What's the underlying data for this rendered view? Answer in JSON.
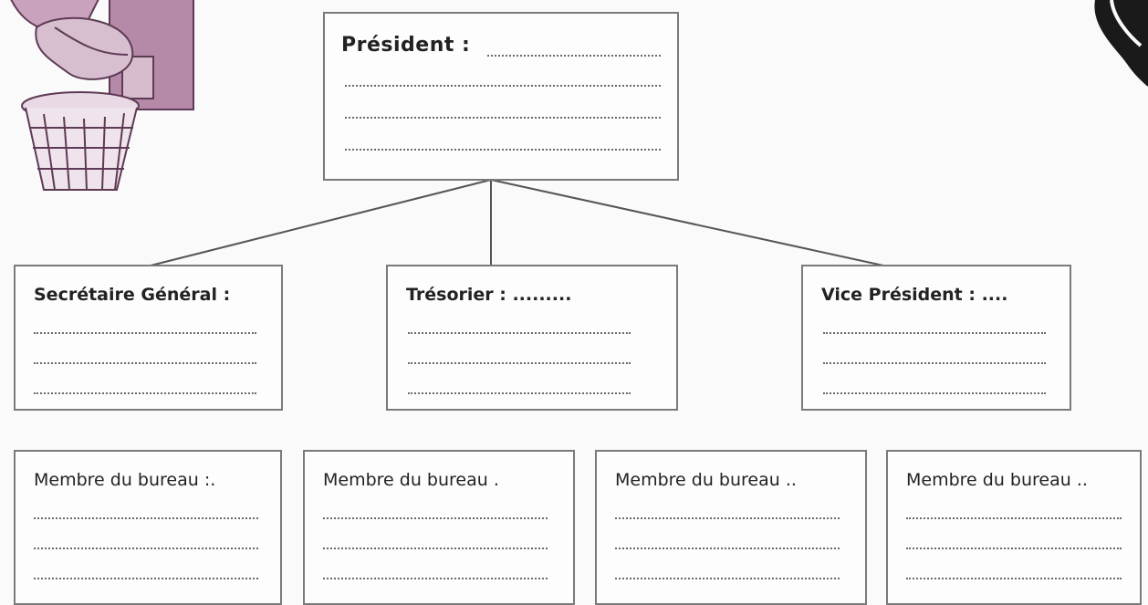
{
  "president": {
    "label": "Président :"
  },
  "secretary": {
    "label": "Secrétaire Général :"
  },
  "treasurer": {
    "label": "Trésorier : ........."
  },
  "vice": {
    "label": "Vice Président : ...."
  },
  "members": [
    {
      "label": "Membre du bureau :."
    },
    {
      "label": "Membre du bureau ."
    },
    {
      "label": "Membre du bureau .."
    },
    {
      "label": "Membre du bureau .."
    }
  ],
  "colors": {
    "illustration": "#8a5a7c",
    "border": "#7a7a7a",
    "dots": "#6a6a6a"
  },
  "icons": [
    "basketball-hoop-illustration",
    "decorative-swirl-icon"
  ]
}
